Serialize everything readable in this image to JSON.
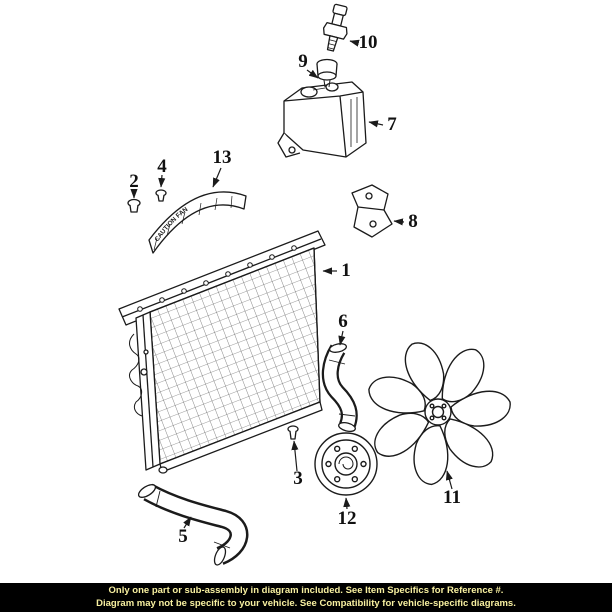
{
  "diagram": {
    "labels": {
      "n1": "1",
      "n2": "2",
      "n3": "3",
      "n4": "4",
      "n5": "5",
      "n6": "6",
      "n7": "7",
      "n8": "8",
      "n9": "9",
      "n10": "10",
      "n11": "11",
      "n12": "12",
      "n13": "13"
    },
    "caution_label": "CAUTION FAN"
  },
  "footer": {
    "line1": "Only one part or sub-assembly in diagram included. See Item Specifics for Reference #.",
    "line2": "Diagram may not be specific to your vehicle. See Compatibility for vehicle-specific diagrams."
  },
  "colors": {
    "line": "#1b1b1b",
    "footer-bg": "#000000",
    "footer-text": "#f8f0a0"
  }
}
